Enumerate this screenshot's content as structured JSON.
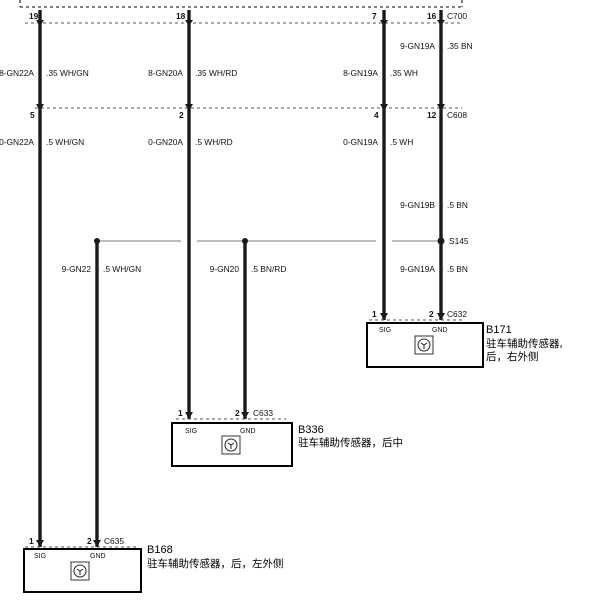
{
  "connectors": {
    "c700": "C700",
    "c608": "C608",
    "s145": "S145",
    "c632": "C632",
    "c633": "C633",
    "c635": "C635"
  },
  "pins": {
    "top_a": "19",
    "top_b": "18",
    "top_c": "7",
    "top_d": "16",
    "mid_a": "5",
    "mid_b": "2",
    "mid_c": "4",
    "mid_d": "12",
    "b171_1": "1",
    "b171_2": "2",
    "b336_1": "1",
    "b336_2": "2",
    "b168_1": "1",
    "b168_2": "2"
  },
  "wires": {
    "a_upper_code": "8-GN22A",
    "a_upper_spec": ".35 WH/GN",
    "b_upper_code": "8-GN20A",
    "b_upper_spec": ".35 WH/RD",
    "c_upper_code": "8-GN19A",
    "c_upper_spec": ".35 WH",
    "d_upper_code": "9-GN19A",
    "d_upper_spec": ".35 BN",
    "a_mid_code": "0-GN22A",
    "a_mid_spec": ".5 WH/GN",
    "b_mid_code": "0-GN20A",
    "b_mid_spec": ".5 WH/RD",
    "c_mid_code": "0-GN19A",
    "c_mid_spec": ".5 WH",
    "d_mid_code": "9-GN19B",
    "d_mid_spec": ".5 BN",
    "d_low_code": "9-GN19A",
    "d_low_spec": ".5 BN",
    "gn22_code": "9-GN22",
    "gn22_spec": ".5 WH/GN",
    "gn20_code": "9-GN20",
    "gn20_spec": ".5 BN/RD"
  },
  "components": {
    "b171": {
      "id": "B171",
      "desc_line1": "驻车辅助传感器,",
      "desc_line2": "后，右外侧",
      "pin_sig": "SIG",
      "pin_gnd": "GND"
    },
    "b336": {
      "id": "B336",
      "desc_line1": "驻车辅助传感器，后中",
      "pin_sig": "SIG",
      "pin_gnd": "GND"
    },
    "b168": {
      "id": "B168",
      "desc_line1": "驻车辅助传感器，后，左外侧",
      "pin_sig": "SIG",
      "pin_gnd": "GND"
    }
  },
  "icons": {
    "sensor": "parking-sensor-icon"
  }
}
